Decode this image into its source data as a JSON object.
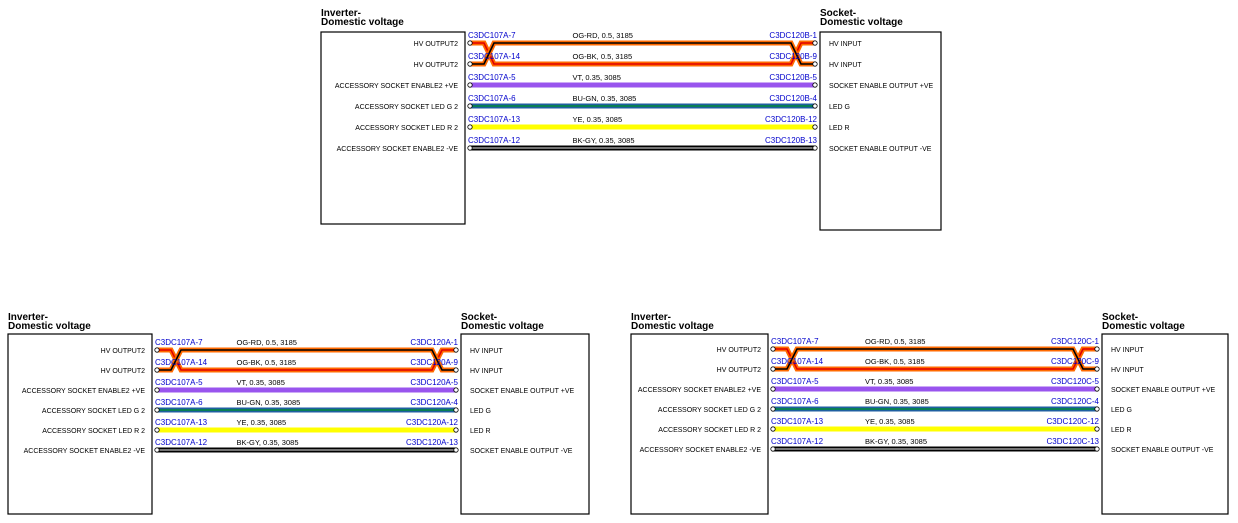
{
  "colors": {
    "OG-RD": [
      "#ff6a00",
      "#e00000"
    ],
    "OG-BK": [
      "#ff6a00",
      "#000000"
    ],
    "VT": [
      "#9955ee",
      "#9955ee"
    ],
    "BU-GN": [
      "#1f5fa0",
      "#008a3a"
    ],
    "YE": [
      "#ffff00",
      "#ffff00"
    ],
    "BK-GY": [
      "#000000",
      "#9a9a9a"
    ]
  },
  "diagrams": [
    {
      "left_title": [
        "Inverter-",
        "Domestic voltage"
      ],
      "right_title": [
        "Socket-",
        "Domestic voltage"
      ],
      "wires": [
        {
          "left_signal": "HV OUTPUT2",
          "left_pin": "C3DC107A-7",
          "label": "OG-RD,  0.5,  3185",
          "color": "OG-RD",
          "right_pin": "C3DC120B-1",
          "right_signal": "HV INPUT"
        },
        {
          "left_signal": "HV OUTPUT2",
          "left_pin": "C3DC107A-14",
          "label": "OG-BK,  0.5,  3185",
          "color": "OG-BK",
          "right_pin": "C3DC120B-9",
          "right_signal": "HV INPUT"
        },
        {
          "left_signal": "ACCESSORY SOCKET ENABLE2 +VE",
          "left_pin": "C3DC107A-5",
          "label": "VT,  0.35,  3085",
          "color": "VT",
          "right_pin": "C3DC120B-5",
          "right_signal": "SOCKET ENABLE OUTPUT +VE"
        },
        {
          "left_signal": "ACCESSORY SOCKET LED G 2",
          "left_pin": "C3DC107A-6",
          "label": "BU-GN,  0.35,  3085",
          "color": "BU-GN",
          "right_pin": "C3DC120B-4",
          "right_signal": "LED G"
        },
        {
          "left_signal": "ACCESSORY SOCKET LED R 2",
          "left_pin": "C3DC107A-13",
          "label": "YE,  0.35,  3085",
          "color": "YE",
          "right_pin": "C3DC120B-12",
          "right_signal": "LED R"
        },
        {
          "left_signal": "ACCESSORY SOCKET ENABLE2 -VE",
          "left_pin": "C3DC107A-12",
          "label": "BK-GY,  0.35,  3085",
          "color": "BK-GY",
          "right_pin": "C3DC120B-13",
          "right_signal": "SOCKET ENABLE OUTPUT -VE"
        }
      ]
    },
    {
      "left_title": [
        "Inverter-",
        "Domestic voltage"
      ],
      "right_title": [
        "Socket-",
        "Domestic voltage"
      ],
      "wires": [
        {
          "left_signal": "HV OUTPUT2",
          "left_pin": "C3DC107A-7",
          "label": "OG-RD,  0.5,  3185",
          "color": "OG-RD",
          "right_pin": "C3DC120A-1",
          "right_signal": "HV INPUT"
        },
        {
          "left_signal": "HV OUTPUT2",
          "left_pin": "C3DC107A-14",
          "label": "OG-BK,  0.5,  3185",
          "color": "OG-BK",
          "right_pin": "C3DC120A-9",
          "right_signal": "HV INPUT"
        },
        {
          "left_signal": "ACCESSORY SOCKET ENABLE2 +VE",
          "left_pin": "C3DC107A-5",
          "label": "VT,  0.35,  3085",
          "color": "VT",
          "right_pin": "C3DC120A-5",
          "right_signal": "SOCKET ENABLE OUTPUT +VE"
        },
        {
          "left_signal": "ACCESSORY SOCKET LED G 2",
          "left_pin": "C3DC107A-6",
          "label": "BU-GN,  0.35,  3085",
          "color": "BU-GN",
          "right_pin": "C3DC120A-4",
          "right_signal": "LED G"
        },
        {
          "left_signal": "ACCESSORY SOCKET LED R 2",
          "left_pin": "C3DC107A-13",
          "label": "YE,  0.35,  3085",
          "color": "YE",
          "right_pin": "C3DC120A-12",
          "right_signal": "LED R"
        },
        {
          "left_signal": "ACCESSORY SOCKET ENABLE2 -VE",
          "left_pin": "C3DC107A-12",
          "label": "BK-GY,  0.35,  3085",
          "color": "BK-GY",
          "right_pin": "C3DC120A-13",
          "right_signal": "SOCKET ENABLE OUTPUT -VE"
        }
      ]
    },
    {
      "left_title": [
        "Inverter-",
        "Domestic voltage"
      ],
      "right_title": [
        "Socket-",
        "Domestic voltage"
      ],
      "wires": [
        {
          "left_signal": "HV OUTPUT2",
          "left_pin": "C3DC107A-7",
          "label": "OG-RD,  0.5,  3185",
          "color": "OG-RD",
          "right_pin": "C3DC120C-1",
          "right_signal": "HV INPUT"
        },
        {
          "left_signal": "HV OUTPUT2",
          "left_pin": "C3DC107A-14",
          "label": "OG-BK,  0.5,  3185",
          "color": "OG-BK",
          "right_pin": "C3DC120C-9",
          "right_signal": "HV INPUT"
        },
        {
          "left_signal": "ACCESSORY SOCKET ENABLE2 +VE",
          "left_pin": "C3DC107A-5",
          "label": "VT,  0.35,  3085",
          "color": "VT",
          "right_pin": "C3DC120C-5",
          "right_signal": "SOCKET ENABLE OUTPUT +VE"
        },
        {
          "left_signal": "ACCESSORY SOCKET LED G 2",
          "left_pin": "C3DC107A-6",
          "label": "BU-GN,  0.35,  3085",
          "color": "BU-GN",
          "right_pin": "C3DC120C-4",
          "right_signal": "LED G"
        },
        {
          "left_signal": "ACCESSORY SOCKET LED R 2",
          "left_pin": "C3DC107A-13",
          "label": "YE,  0.35,  3085",
          "color": "YE",
          "right_pin": "C3DC120C-12",
          "right_signal": "LED R"
        },
        {
          "left_signal": "ACCESSORY SOCKET ENABLE2 -VE",
          "left_pin": "C3DC107A-12",
          "label": "BK-GY,  0.35,  3085",
          "color": "BK-GY",
          "right_pin": "C3DC120C-13",
          "right_signal": "SOCKET ENABLE OUTPUT -VE"
        }
      ]
    }
  ]
}
